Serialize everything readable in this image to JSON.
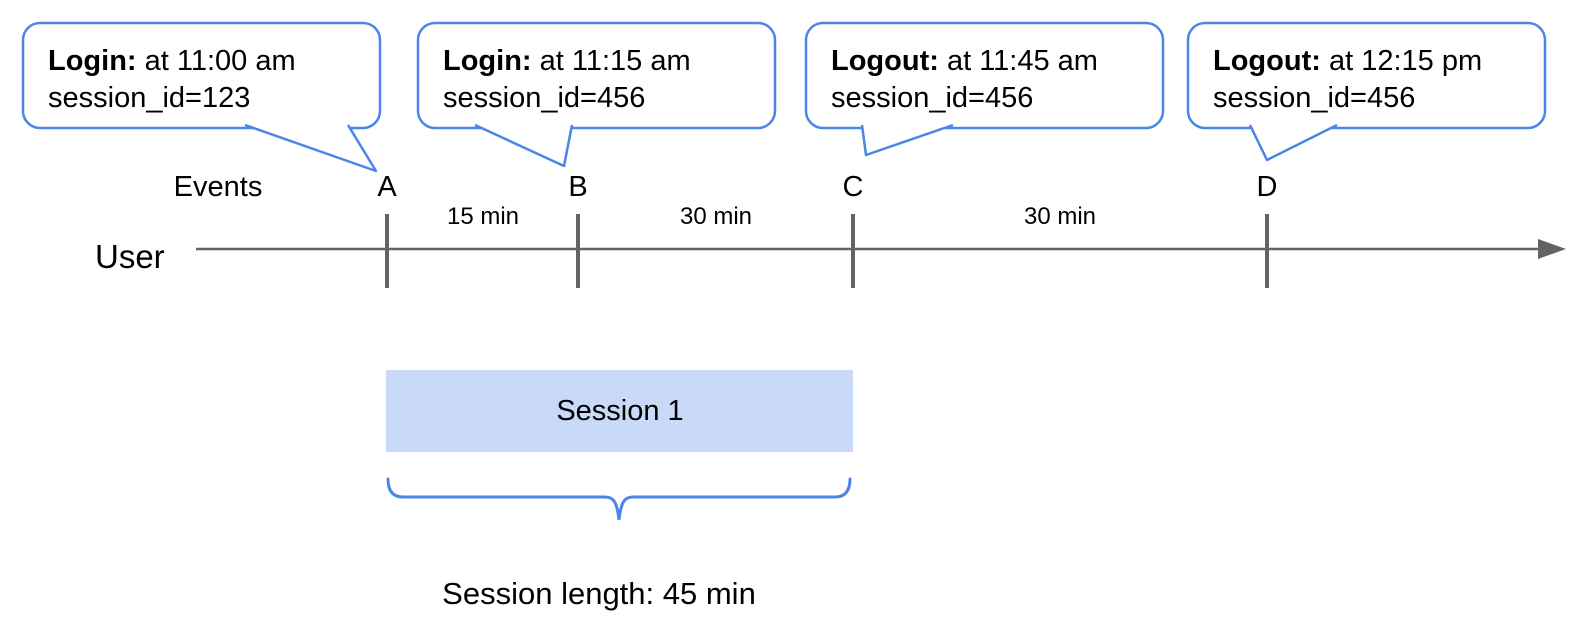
{
  "diagram": {
    "colors": {
      "accent_blue": "#4a86e8",
      "bar_fill": "#c9daf8",
      "axis_gray": "#636363"
    },
    "axis": {
      "events_label": "Events",
      "user_label": "User"
    },
    "bubbles": [
      {
        "prefix": "Login:",
        "rest": " at 11:00 am",
        "line2": "session_id=123"
      },
      {
        "prefix": "Login:",
        "rest": " at 11:15 am",
        "line2": "session_id=456"
      },
      {
        "prefix": "Logout:",
        "rest": " at 11:45 am",
        "line2": "session_id=456"
      },
      {
        "prefix": "Logout:",
        "rest": " at 12:15 pm",
        "line2": "session_id=456"
      }
    ],
    "markers": {
      "a": "A",
      "b": "B",
      "c": "C",
      "d": "D"
    },
    "intervals": {
      "ab": "15 min",
      "bc": "30 min",
      "cd": "30 min"
    },
    "session": {
      "bar_label": "Session 1",
      "length_label": "Session length: 45 min"
    }
  }
}
